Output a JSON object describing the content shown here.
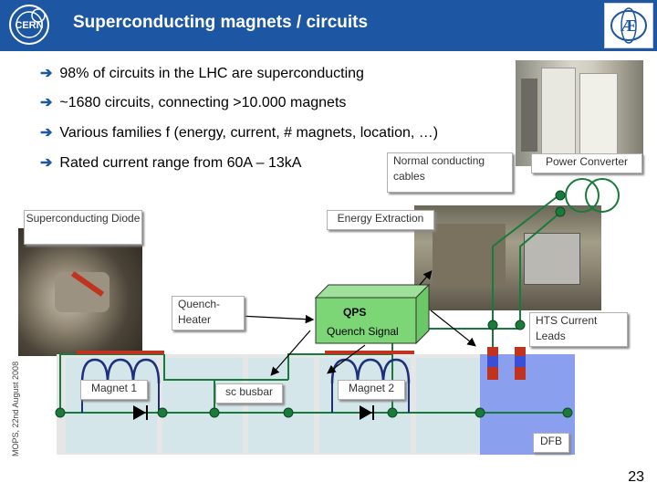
{
  "header": {
    "title": "Superconducting magnets / circuits",
    "logo_left": "CERN",
    "colors": {
      "header": "#1d57a3",
      "title_text": "#ffffff"
    }
  },
  "bullets": [
    "98% of circuits in the LHC are superconducting",
    "~1680 circuits, connecting >10.000 magnets",
    "Various families f (energy, current, # magnets, location, …)",
    "Rated current range from 60A – 13kA"
  ],
  "labels": {
    "normal_cables": "Normal conducting cables",
    "power_converter": "Power Converter",
    "sc_diode": "Superconducting Diode",
    "energy_extraction": "Energy Extraction",
    "quench_heater": "Quench-Heater",
    "qps": "QPS",
    "quench_signal": "Quench Signal",
    "hts_leads": "HTS Current Leads",
    "magnet1": "Magnet 1",
    "sc_busbar": "sc busbar",
    "magnet2": "Magnet 2",
    "dfb": "DFB"
  },
  "side_caption": "MOPS, 22nd August 2008",
  "page_number": "23",
  "icons": {
    "bullet": "right-arrow-icon",
    "logo_left": "cern-logo-icon",
    "logo_right": "ae-logo-icon",
    "diode": "diode-icon",
    "transformer": "transformer-icon"
  }
}
